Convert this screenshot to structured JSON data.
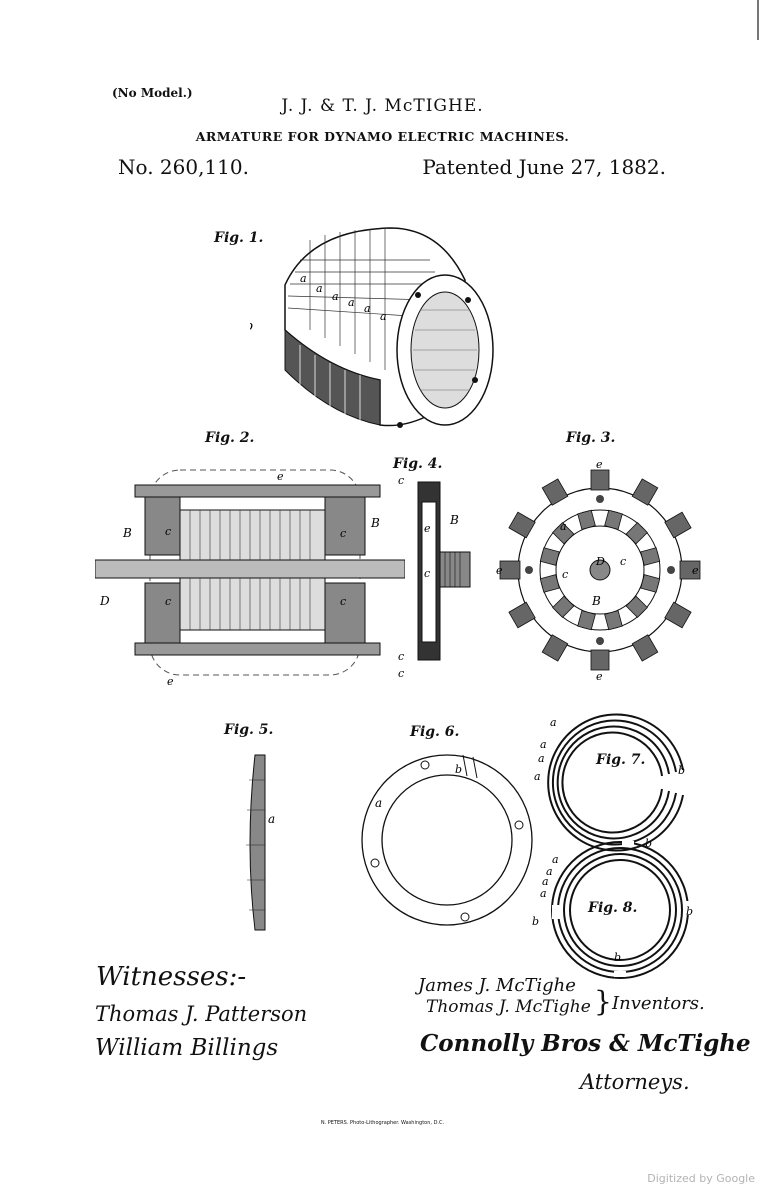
{
  "header": {
    "no_model": "(No Model.)",
    "inventors": "J. J. & T. J. McTIGHE.",
    "title": "ARMATURE FOR DYNAMO ELECTRIC MACHINES.",
    "patent_no": "No. 260,110.",
    "patented": "Patented June 27, 1882."
  },
  "figures": [
    {
      "label": "Fig. 1."
    },
    {
      "label": "Fig. 2."
    },
    {
      "label": "Fig. 3."
    },
    {
      "label": "Fig. 4."
    },
    {
      "label": "Fig. 5."
    },
    {
      "label": "Fig. 6."
    },
    {
      "label": "Fig. 7."
    },
    {
      "label": "Fig. 8."
    }
  ],
  "refs": {
    "a": "a",
    "b": "b",
    "c": "c",
    "d": "D",
    "e": "e",
    "B": "B"
  },
  "signatures": {
    "witnesses_label": "Witnesses:-",
    "witness1": "Thomas J. Patterson",
    "witness2": "William Billings",
    "inventor1": "James J. McTighe",
    "inventor2": "Thomas J. McTighe",
    "inventors_label": "Inventors.",
    "attorney_firm": "Connolly Bros & McTighe",
    "attorneys_label": "Attorneys."
  },
  "footer": {
    "printer": "N. PETERS. Photo-Lithographer. Washington, D.C.",
    "digitized": "Digitized by Google"
  }
}
